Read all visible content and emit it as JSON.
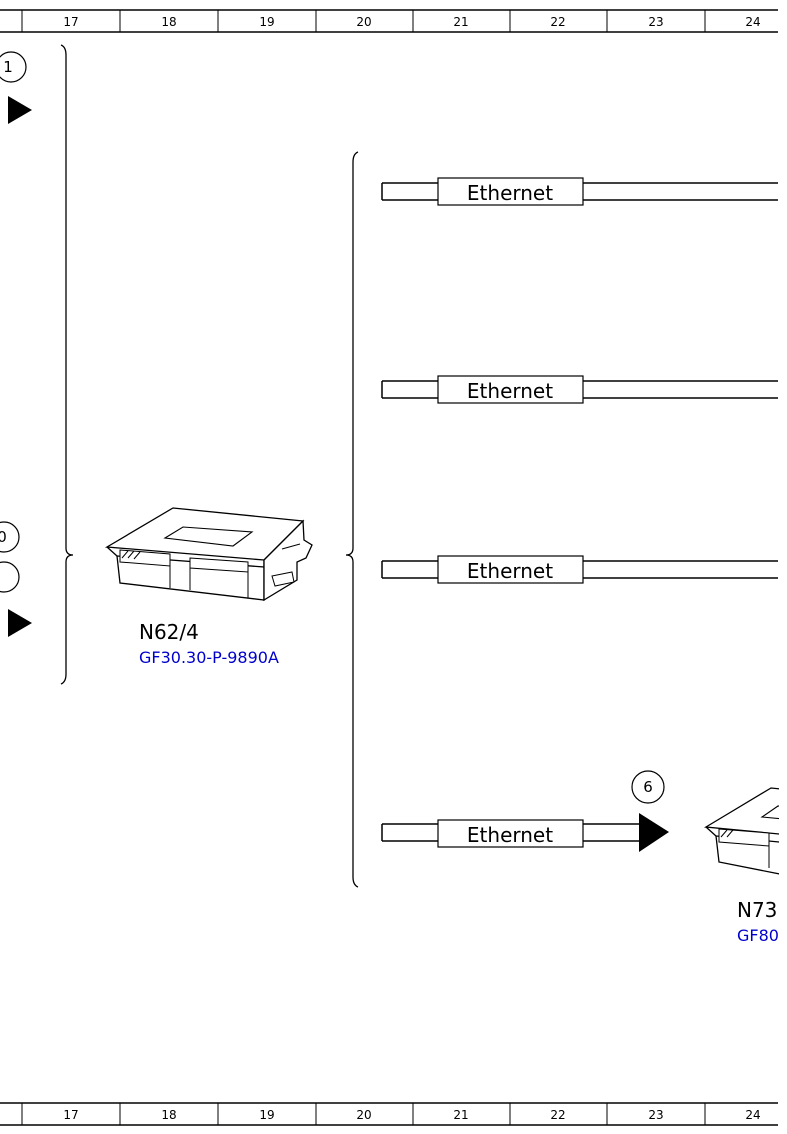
{
  "ruler": {
    "columns": [
      "17",
      "18",
      "19",
      "20",
      "21",
      "22",
      "23",
      "24"
    ]
  },
  "colors": {
    "link": "#0000cc",
    "line": "#000000",
    "background": "#ffffff"
  },
  "left_markers": {
    "circle_top": "1",
    "circle_mid": "0"
  },
  "modules": [
    {
      "id": "N62/4",
      "doc_link": "GF30.30-P-9890A",
      "icon": "control-unit-icon"
    },
    {
      "id": "N73",
      "doc_link": "GF80",
      "icon": "control-unit-icon"
    }
  ],
  "connections": [
    {
      "label": "Ethernet"
    },
    {
      "label": "Ethernet"
    },
    {
      "label": "Ethernet"
    },
    {
      "label": "Ethernet",
      "reference": "6"
    }
  ]
}
